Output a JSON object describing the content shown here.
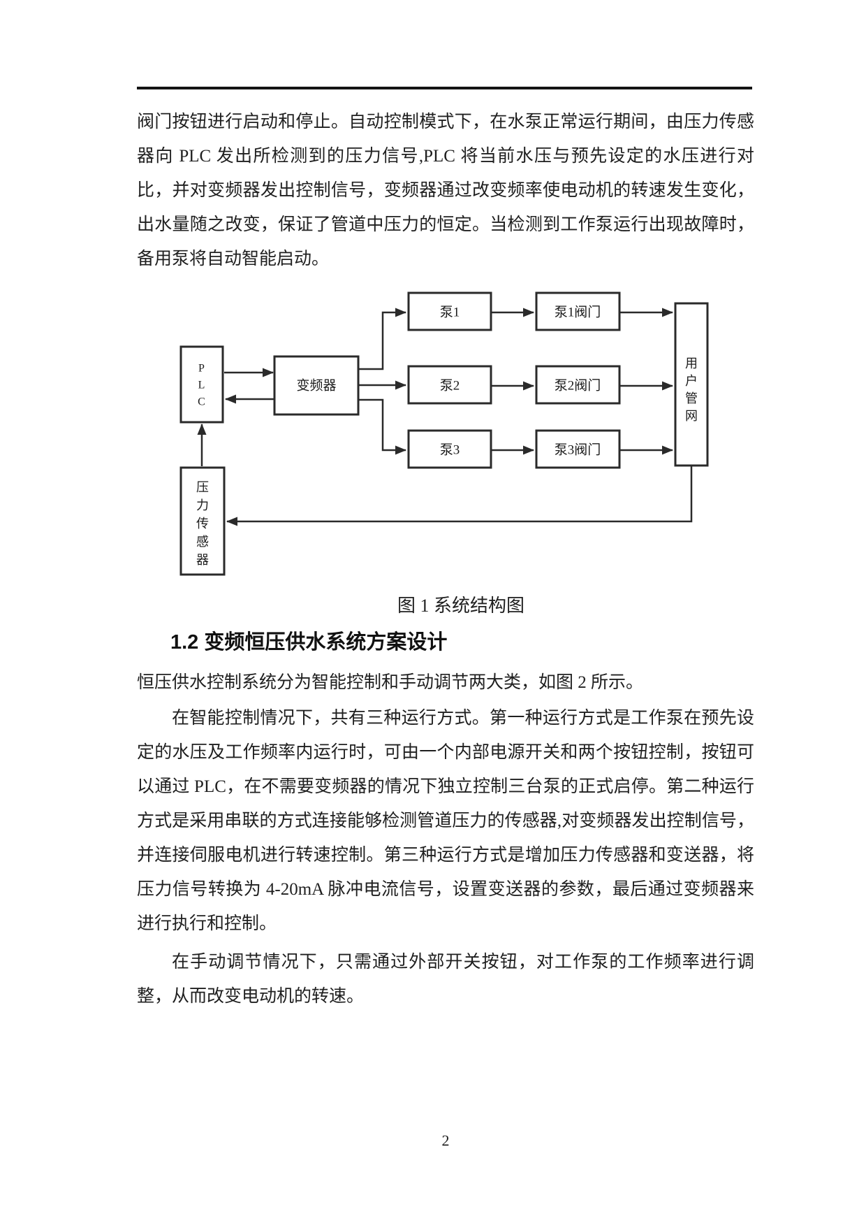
{
  "page": {
    "number": "2"
  },
  "content": {
    "paragraph_continued": "阀门按钮进行启动和停止。自动控制模式下，在水泵正常运行期间，由压力传感器向 PLC 发出所检测到的压力信号,PLC 将当前水压与预先设定的水压进行对比，并对变频器发出控制信号，变频器通过改变频率使电动机的转速发生变化，出水量随之改变，保证了管道中压力的恒定。当检测到工作泵运行出现故障时，备用泵将自动智能启动。",
    "section_heading": "1.2 变频恒压供水系统方案设计",
    "paragraph_intro": "恒压供水控制系统分为智能控制和手动调节两大类，如图 2 所示。",
    "paragraph_smart": "在智能控制情况下，共有三种运行方式。第一种运行方式是工作泵在预先设定的水压及工作频率内运行时，可由一个内部电源开关和两个按钮控制，按钮可以通过 PLC，在不需要变频器的情况下独立控制三台泵的正式启停。第二种运行方式是采用串联的方式连接能够检测管道压力的传感器,对变频器发出控制信号，并连接伺服电机进行转速控制。第三种运行方式是增加压力传感器和变送器，将压力信号转换为 4-20mA 脉冲电流信号，设置变送器的参数，最后通过变频器来进行执行和控制。",
    "paragraph_manual": "在手动调节情况下，只需通过外部开关按钮，对工作泵的工作频率进行调整，从而改变电动机的转速。"
  },
  "figure": {
    "caption": "图 1 系统结构图",
    "nodes": {
      "plc_chars": [
        "P",
        "L",
        "C"
      ],
      "inverter": "变频器",
      "pump1": "泵1",
      "pump2": "泵2",
      "pump3": "泵3",
      "valve1": "泵1阀门",
      "valve2": "泵2阀门",
      "valve3": "泵3阀门",
      "network_chars": [
        "用",
        "户",
        "管",
        "网"
      ],
      "sensor_chars": [
        "压",
        "力",
        "传",
        "感",
        "器"
      ]
    },
    "colors": {
      "line": "#2a2a2a",
      "text": "#1b1b1b",
      "rule": "#141414"
    }
  }
}
